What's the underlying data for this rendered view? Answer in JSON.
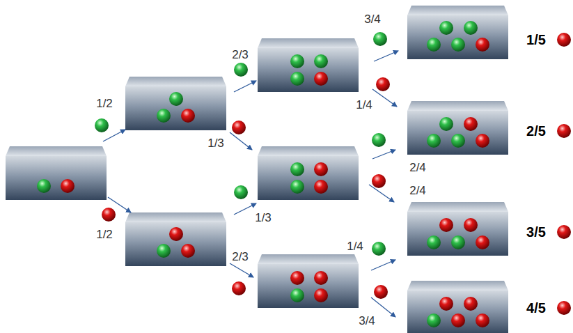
{
  "diagram": {
    "labels": [
      "1/2",
      "1/2",
      "2/3",
      "1/3",
      "1/3",
      "2/3",
      "3/4",
      "1/4",
      "2/4",
      "2/4",
      "1/4",
      "3/4",
      "1/5",
      "2/5",
      "3/5",
      "4/5"
    ]
  }
}
